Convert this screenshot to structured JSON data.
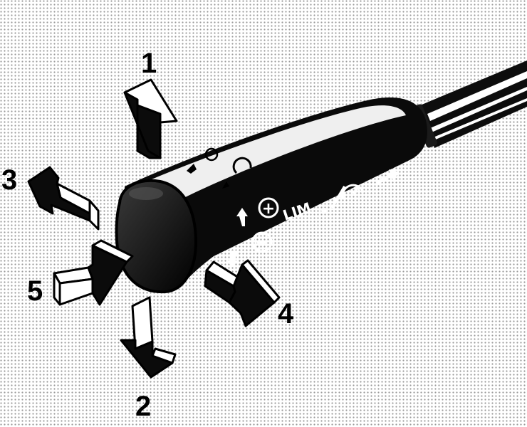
{
  "diagram": {
    "arrows": [
      {
        "number": "1"
      },
      {
        "number": "2"
      },
      {
        "number": "3"
      },
      {
        "number": "4"
      },
      {
        "number": "5"
      }
    ],
    "lever_markings": {
      "plus": "+",
      "minus": "−",
      "lim": "LIM",
      "dot": "•"
    }
  }
}
